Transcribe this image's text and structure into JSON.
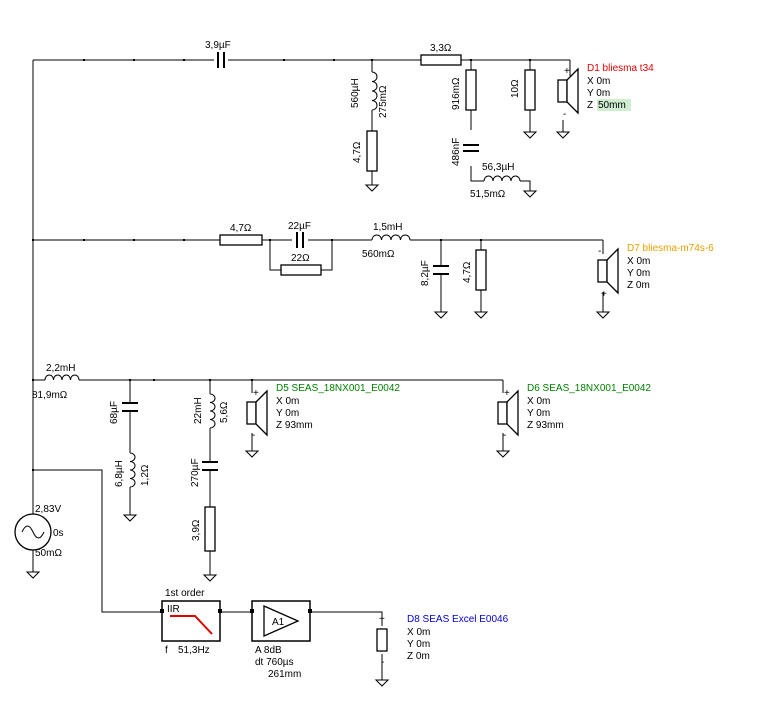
{
  "components": {
    "c_3u9": "3,9µF",
    "r_3r3": "3,3Ω",
    "l_560u": "560µH",
    "l_560u_r": "275mΩ",
    "r_4r7_a": "4,7Ω",
    "r_916m": "916mΩ",
    "c_486n": "486nF",
    "l_56u3": "56,3µH",
    "l_56u3_r": "51,5mΩ",
    "r_10": "10Ω",
    "r_4r7_b": "4,7Ω",
    "c_22u": "22µF",
    "r_22": "22Ω",
    "l_1m5": "1,5mH",
    "l_1m5_r": "560mΩ",
    "c_8u2": "8,2µF",
    "r_4r7_c": "4,7Ω",
    "l_2m2": "2,2mH",
    "l_2m2_r": "81,9mΩ",
    "c_68u": "68µF",
    "l_6m8": "6,8µH",
    "l_6m8_r": "1,2Ω",
    "l_22m": "22mH",
    "l_22m_r": "5,6Ω",
    "c_270u": "270µF",
    "r_3r9": "3,9Ω"
  },
  "source": {
    "voltage": "2,83V",
    "phase": "0s",
    "resistance": "50mΩ"
  },
  "filter": {
    "title": "1st order",
    "type": "IIR",
    "freq_label": "f",
    "freq": "51,3Hz"
  },
  "amp": {
    "name": "A1",
    "gain": "A  8dB",
    "delay": "dt 760µs",
    "distance": "261mm"
  },
  "speakers": {
    "d1": {
      "name": "D1 bliesma t34",
      "x": "X 0m",
      "y": "Y 0m",
      "z_label": "Z ",
      "z_val": "50mm",
      "color": "#e00000"
    },
    "d7": {
      "name": "D7 bliesma-m74s-6",
      "x": "X 0m",
      "y": "Y 0m",
      "z": "Z 0m",
      "color": "#e8a000"
    },
    "d5": {
      "name": "D5 SEAS_18NX001_E0042",
      "x": "X 0m",
      "y": "Y 0m",
      "z": "Z 93mm",
      "color": "#008000"
    },
    "d6": {
      "name": "D6 SEAS_18NX001_E0042",
      "x": "X 0m",
      "y": "Y 0m",
      "z": "Z 93mm",
      "color": "#008000"
    },
    "d8": {
      "name": "D8 SEAS Excel E0046",
      "x": "X 0m",
      "y": "Y 0m",
      "z": "Z 0m",
      "color": "#0000d0"
    }
  },
  "polarity": {
    "plus": "+",
    "minus": "-"
  }
}
